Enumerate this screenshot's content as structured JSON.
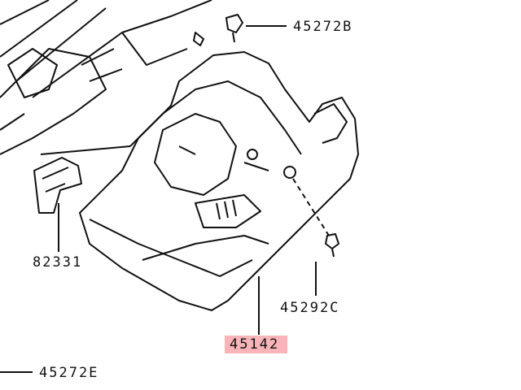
{
  "diagram": {
    "highlight_color": "#f8b4b8",
    "labels": {
      "bolt_top": "45272B",
      "bracket": "82331",
      "screw": "45292C",
      "cover": "45142",
      "bolt_bottom": "45272E"
    },
    "highlighted_part": "45142"
  }
}
